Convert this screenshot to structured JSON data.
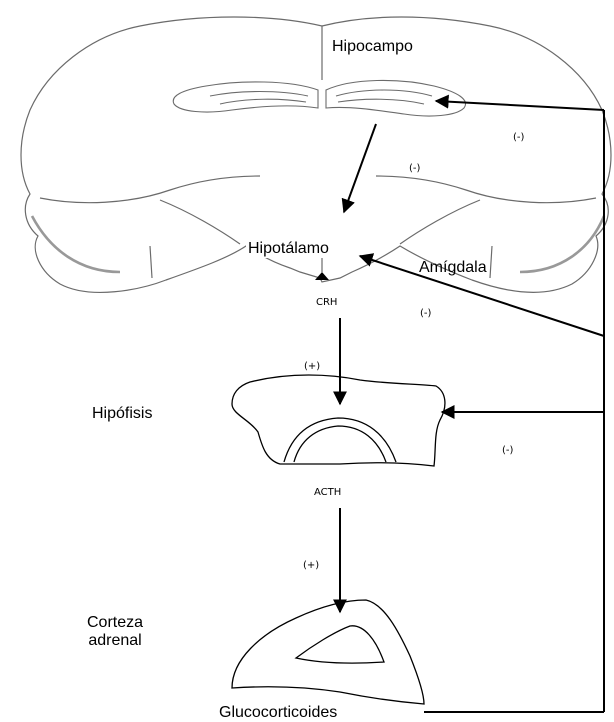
{
  "labels": {
    "hipocampo": "Hipocampo",
    "hipotalamo": "Hipotálamo",
    "amigdala": "Amígdala",
    "crh": "CRH",
    "hipofisis": "Hipófisis",
    "acth": "ACTH",
    "corteza_line1": "Corteza",
    "corteza_line2": "adrenal",
    "glucocorticoides": "Glucocorticoides"
  },
  "signs": {
    "neg_right_top": "(-)",
    "neg_hippo_hypo": "(-)",
    "neg_amygdala": "(-)",
    "pos_crh": "(+)",
    "neg_pituitary": "(-)",
    "pos_acth": "(+)"
  },
  "colors": {
    "line": "#000000",
    "outline": "#6b6b6b",
    "background": "#ffffff"
  }
}
